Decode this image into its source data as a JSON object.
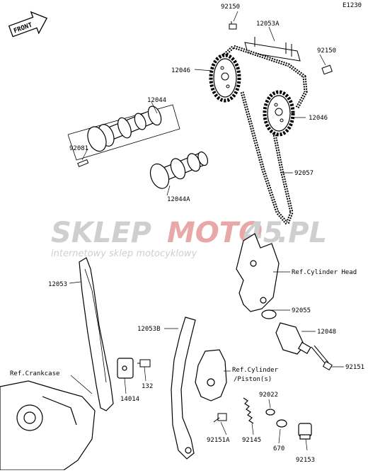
{
  "diagram_code": "E1230",
  "front_label": "FRONT",
  "watermark": {
    "brand_prefix": "SKLEP",
    "brand_middle": "MOTO",
    "brand_number": "45",
    "brand_suffix": ".PL",
    "tagline": "internetowy sklep motocyklowy",
    "colors": {
      "grey": "#c9c9c9",
      "red": "#e8a0a0"
    }
  },
  "labels": {
    "p92150a": "92150",
    "p12053a": "12053A",
    "p92150b": "92150",
    "p12046a": "12046",
    "p12044": "12044",
    "p12046b": "12046",
    "p92081": "92081",
    "p92057": "92057",
    "p12044a": "12044A",
    "p12053": "12053",
    "ref_head": "Ref.Cylinder Head",
    "p92055": "92055",
    "p12048": "12048",
    "p12053b": "12053B",
    "p92151": "92151",
    "ref_crank": "Ref.Crankcase",
    "ref_piston_1": "Ref.Cylinder",
    "ref_piston_2": "/Piston(s)",
    "p132": "132",
    "p14014": "14014",
    "p92022": "92022",
    "p92145": "92145",
    "p92151a": "92151A",
    "p670": "670",
    "p92153": "92153"
  }
}
